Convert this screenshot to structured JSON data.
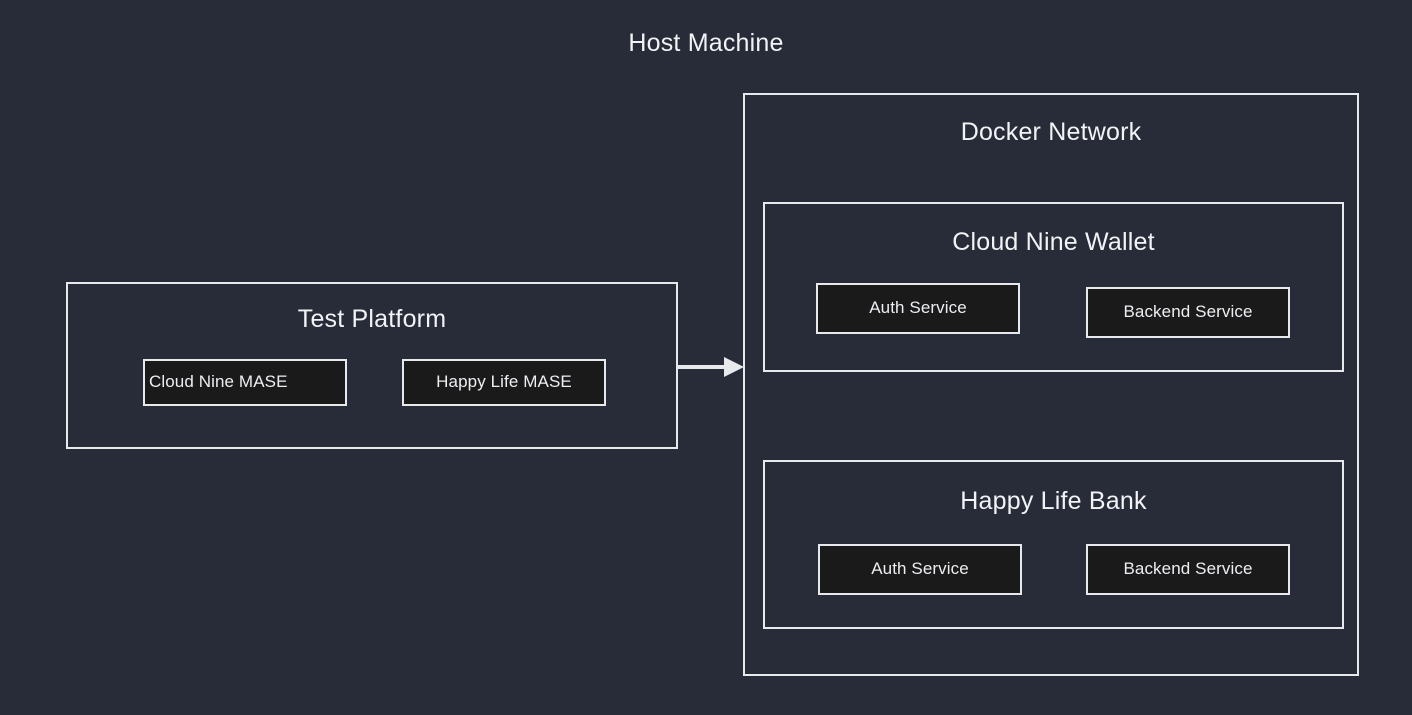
{
  "diagram": {
    "title": "Host Machine",
    "background_color": "#282c38",
    "border_color": "#e8e9ed",
    "node_fill_color": "#1a1a1a",
    "text_color": "#f2f3f6"
  },
  "test_platform": {
    "title": "Test Platform",
    "nodes": [
      {
        "label": "Cloud Nine MASE"
      },
      {
        "label": "Happy Life MASE"
      }
    ]
  },
  "docker_network": {
    "title": "Docker Network",
    "groups": [
      {
        "title": "Cloud Nine Wallet",
        "nodes": [
          {
            "label": "Auth Service"
          },
          {
            "label": "Backend Service"
          }
        ]
      },
      {
        "title": "Happy Life Bank",
        "nodes": [
          {
            "label": "Auth Service"
          },
          {
            "label": "Backend Service"
          }
        ]
      }
    ]
  },
  "connector": {
    "name": "arrow-right",
    "from": "Test Platform",
    "to": "Docker Network"
  }
}
